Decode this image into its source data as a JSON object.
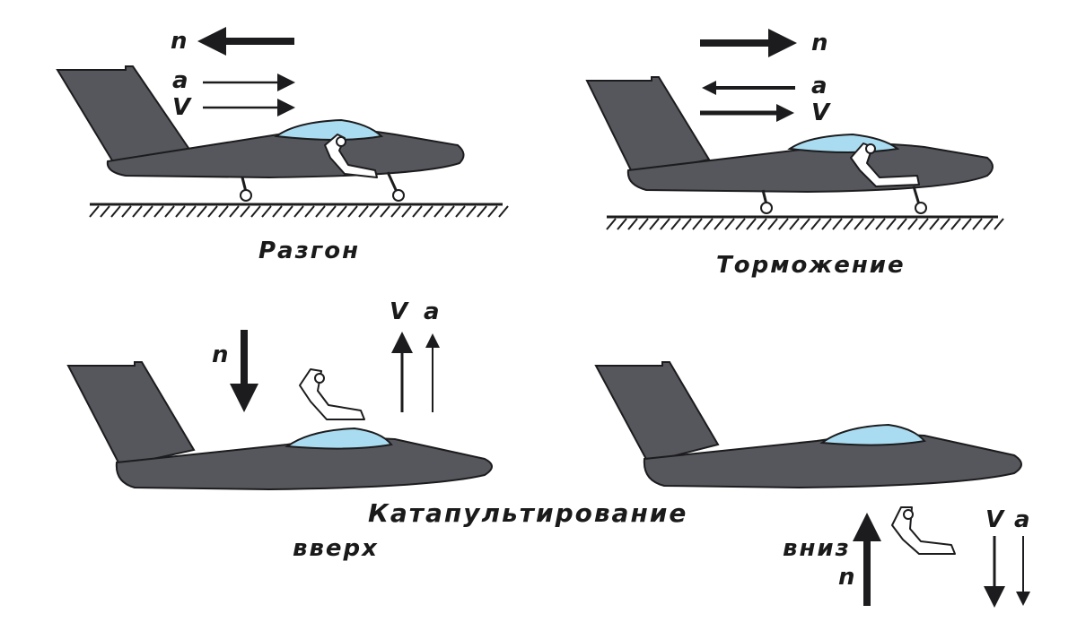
{
  "panels": {
    "acceleration": {
      "caption": "Разгон",
      "n": "n",
      "a": "a",
      "v": "V"
    },
    "braking": {
      "caption": "Торможение",
      "n": "n",
      "a": "a",
      "v": "V"
    },
    "ejection": {
      "caption": "Катапультирование",
      "up": {
        "sub": "вверх",
        "n": "n",
        "v": "V",
        "a": "a"
      },
      "down": {
        "sub": "вниз",
        "n": "n",
        "v": "V",
        "a": "a"
      }
    }
  },
  "colors": {
    "fuselage": "#56575c",
    "canopy": "#a9dcf0",
    "ink": "#1c1c1e"
  }
}
